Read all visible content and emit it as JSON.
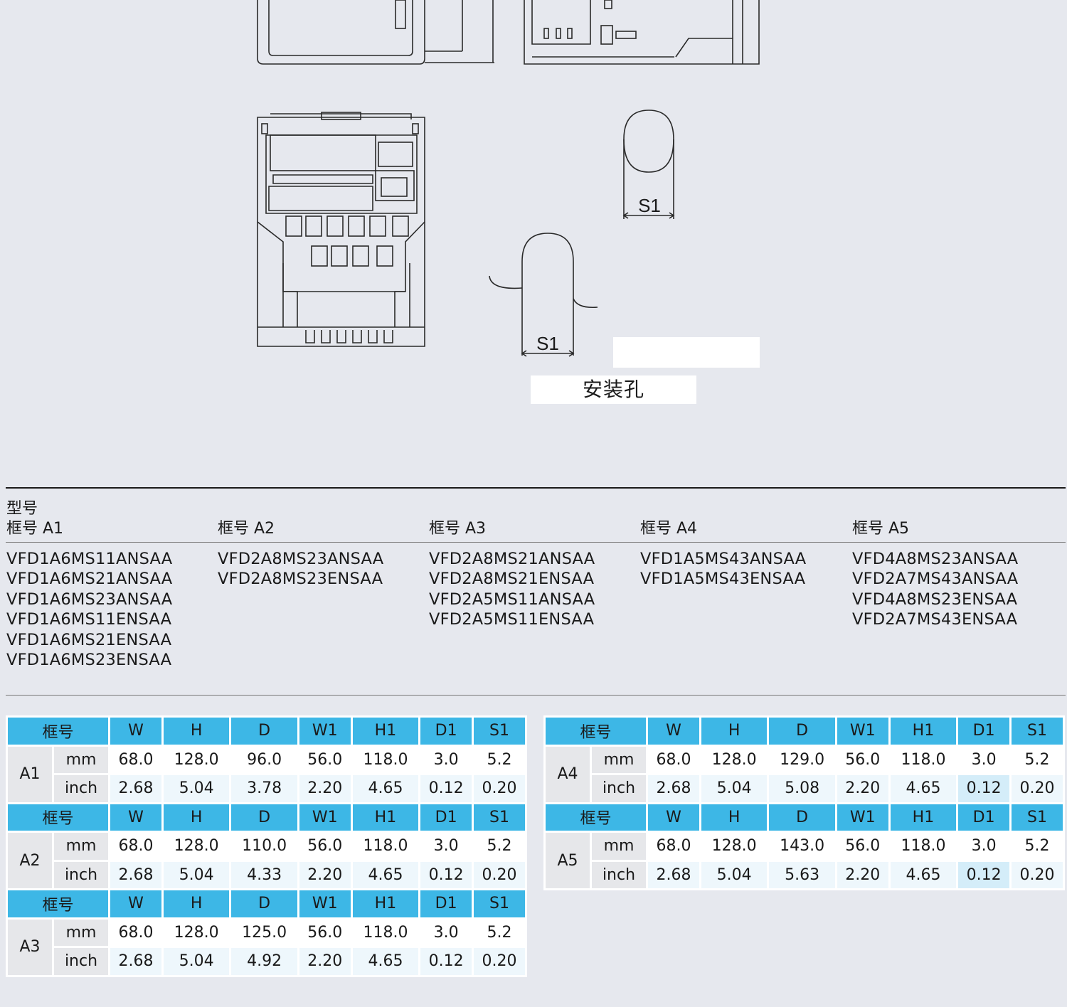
{
  "drawing": {
    "dim_label_1": "S1",
    "dim_label_2": "S1",
    "mounting_hole_label": "安装孔"
  },
  "models": {
    "title": "型号",
    "frames": [
      {
        "header": "框号 A1",
        "items": [
          "VFD1A6MS11ANSAA",
          "VFD1A6MS21ANSAA",
          "VFD1A6MS23ANSAA",
          "VFD1A6MS11ENSAA",
          "VFD1A6MS21ENSAA",
          "VFD1A6MS23ENSAA"
        ]
      },
      {
        "header": "框号 A2",
        "items": [
          "VFD2A8MS23ANSAA",
          "VFD2A8MS23ENSAA"
        ]
      },
      {
        "header": "框号 A3",
        "items": [
          "VFD2A8MS21ANSAA",
          "VFD2A8MS21ENSAA",
          "VFD2A5MS11ANSAA",
          "VFD2A5MS11ENSAA"
        ]
      },
      {
        "header": "框号 A4",
        "items": [
          "VFD1A5MS43ANSAA",
          "VFD1A5MS43ENSAA"
        ]
      },
      {
        "header": "框号 A5",
        "items": [
          "VFD4A8MS23ANSAA",
          "VFD2A7MS43ANSAA",
          "VFD4A8MS23ENSAA",
          "VFD2A7MS43ENSAA"
        ]
      }
    ]
  },
  "dimensions": {
    "columns": [
      "框号",
      "W",
      "H",
      "D",
      "W1",
      "H1",
      "D1",
      "S1"
    ],
    "left": [
      {
        "frame": "A1",
        "mm": [
          "68.0",
          "128.0",
          "96.0",
          "56.0",
          "118.0",
          "3.0",
          "5.2"
        ],
        "inch": [
          "2.68",
          "5.04",
          "3.78",
          "2.20",
          "4.65",
          "0.12",
          "0.20"
        ]
      },
      {
        "frame": "A2",
        "mm": [
          "68.0",
          "128.0",
          "110.0",
          "56.0",
          "118.0",
          "3.0",
          "5.2"
        ],
        "inch": [
          "2.68",
          "5.04",
          "4.33",
          "2.20",
          "4.65",
          "0.12",
          "0.20"
        ]
      },
      {
        "frame": "A3",
        "mm": [
          "68.0",
          "128.0",
          "125.0",
          "56.0",
          "118.0",
          "3.0",
          "5.2"
        ],
        "inch": [
          "2.68",
          "5.04",
          "4.92",
          "2.20",
          "4.65",
          "0.12",
          "0.20"
        ]
      }
    ],
    "right": [
      {
        "frame": "A4",
        "mm": [
          "68.0",
          "128.0",
          "129.0",
          "56.0",
          "118.0",
          "3.0",
          "5.2"
        ],
        "inch": [
          "2.68",
          "5.04",
          "5.08",
          "2.20",
          "4.65",
          "0.12",
          "0.20"
        ]
      },
      {
        "frame": "A5",
        "mm": [
          "68.0",
          "128.0",
          "143.0",
          "56.0",
          "118.0",
          "3.0",
          "5.2"
        ],
        "inch": [
          "2.68",
          "5.04",
          "5.63",
          "2.20",
          "4.65",
          "0.12",
          "0.20"
        ]
      }
    ],
    "unit_mm": "mm",
    "unit_inch": "inch"
  }
}
